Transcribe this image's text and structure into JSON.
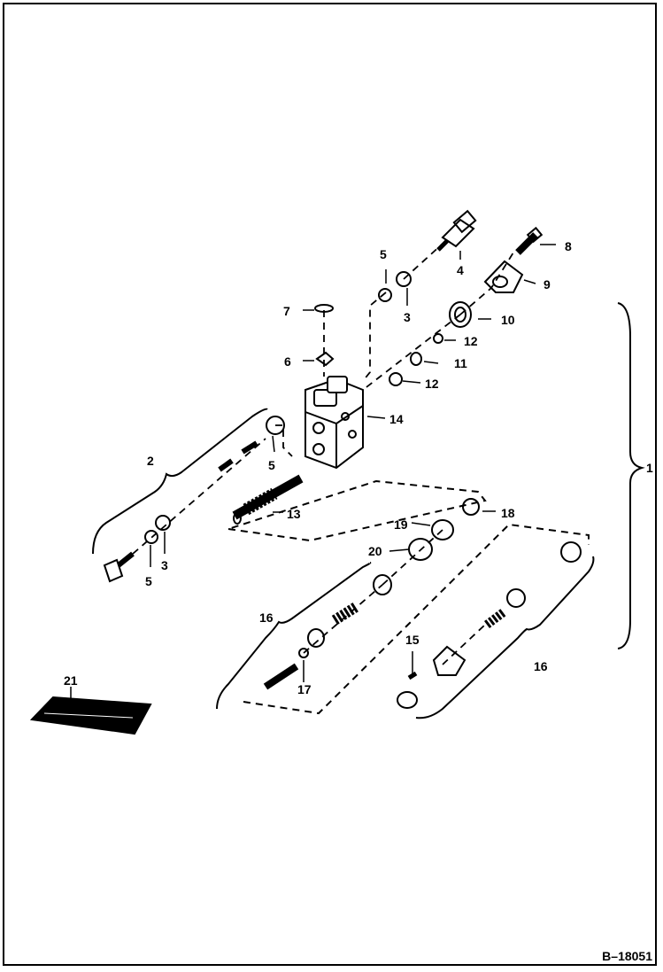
{
  "diagram": {
    "reference": "B–18051",
    "callouts": {
      "c1": "1",
      "c2": "2",
      "c3a": "3",
      "c3b": "3",
      "c4": "4",
      "c5a": "5",
      "c5b": "5",
      "c5c": "5",
      "c6": "6",
      "c7": "7",
      "c8": "8",
      "c9": "9",
      "c10": "10",
      "c11": "11",
      "c12a": "12",
      "c12b": "12",
      "c13": "13",
      "c14": "14",
      "c15": "15",
      "c16a": "16",
      "c16b": "16",
      "c17": "17",
      "c18": "18",
      "c19": "19",
      "c20": "20",
      "c21": "21"
    }
  },
  "colors": {
    "ink": "#000000",
    "paper": "#ffffff"
  }
}
